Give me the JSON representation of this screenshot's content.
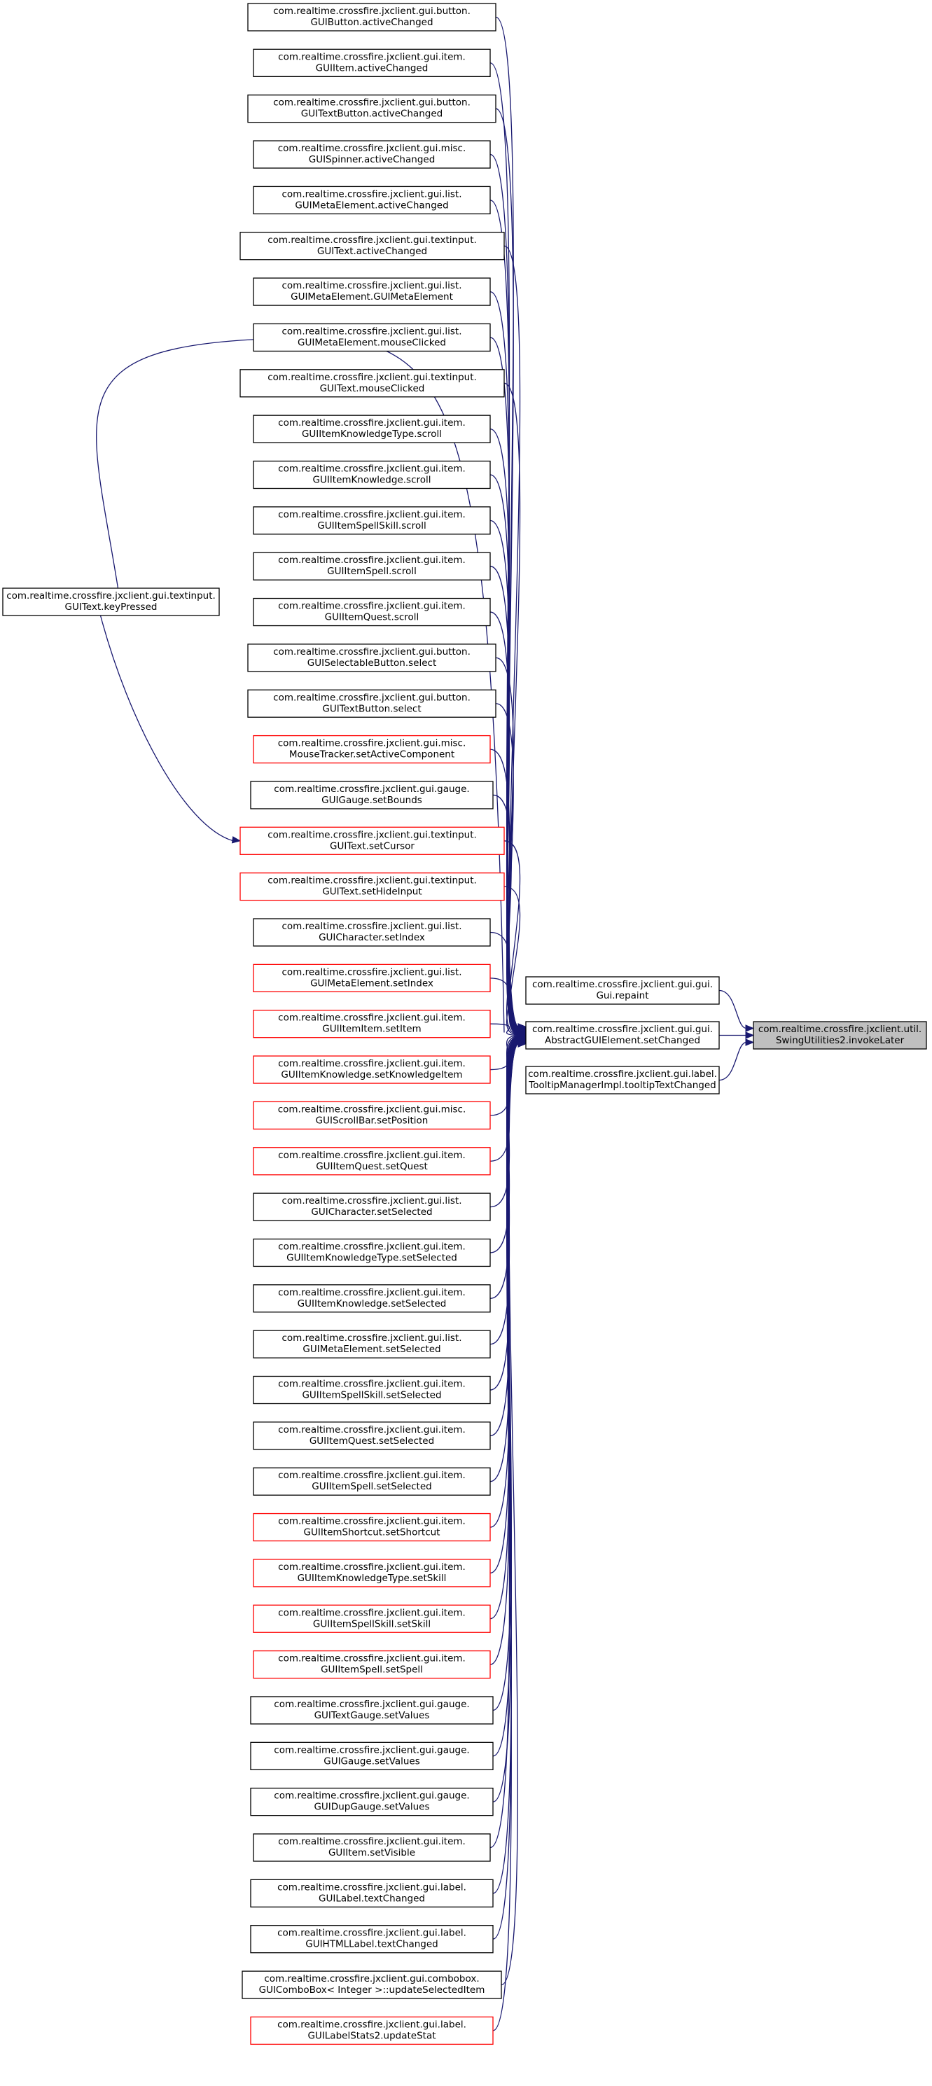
{
  "graph": {
    "target": {
      "id": "invokeLater",
      "lines": [
        "com.realtime.crossfire.jxclient.util.",
        "SwingUtilities2.invokeLater"
      ],
      "highlight": true
    },
    "middle": [
      {
        "id": "repaint",
        "lines": [
          "com.realtime.crossfire.jxclient.gui.gui.",
          "Gui.repaint"
        ],
        "red": false
      },
      {
        "id": "setChanged",
        "lines": [
          "com.realtime.crossfire.jxclient.gui.gui.",
          "AbstractGUIElement.setChanged"
        ],
        "red": false
      },
      {
        "id": "tooltipTextChanged",
        "lines": [
          "com.realtime.crossfire.jxclient.gui.label.",
          "TooltipManagerImpl.tooltipTextChanged"
        ],
        "red": false
      }
    ],
    "keyPressed": {
      "id": "keyPressed",
      "lines": [
        "com.realtime.crossfire.jxclient.gui.textinput.",
        "GUIText.keyPressed"
      ],
      "red": false
    },
    "callers": [
      {
        "lines": [
          "com.realtime.crossfire.jxclient.gui.button.",
          "GUIButton.activeChanged"
        ],
        "red": false
      },
      {
        "lines": [
          "com.realtime.crossfire.jxclient.gui.item.",
          "GUIItem.activeChanged"
        ],
        "red": false
      },
      {
        "lines": [
          "com.realtime.crossfire.jxclient.gui.button.",
          "GUITextButton.activeChanged"
        ],
        "red": false
      },
      {
        "lines": [
          "com.realtime.crossfire.jxclient.gui.misc.",
          "GUISpinner.activeChanged"
        ],
        "red": false
      },
      {
        "lines": [
          "com.realtime.crossfire.jxclient.gui.list.",
          "GUIMetaElement.activeChanged"
        ],
        "red": false
      },
      {
        "lines": [
          "com.realtime.crossfire.jxclient.gui.textinput.",
          "GUIText.activeChanged"
        ],
        "red": false
      },
      {
        "lines": [
          "com.realtime.crossfire.jxclient.gui.list.",
          "GUIMetaElement.GUIMetaElement"
        ],
        "red": false
      },
      {
        "lines": [
          "com.realtime.crossfire.jxclient.gui.list.",
          "GUIMetaElement.mouseClicked"
        ],
        "red": false
      },
      {
        "lines": [
          "com.realtime.crossfire.jxclient.gui.textinput.",
          "GUIText.mouseClicked"
        ],
        "red": false
      },
      {
        "lines": [
          "com.realtime.crossfire.jxclient.gui.item.",
          "GUIItemKnowledgeType.scroll"
        ],
        "red": false
      },
      {
        "lines": [
          "com.realtime.crossfire.jxclient.gui.item.",
          "GUIItemKnowledge.scroll"
        ],
        "red": false
      },
      {
        "lines": [
          "com.realtime.crossfire.jxclient.gui.item.",
          "GUIItemSpellSkill.scroll"
        ],
        "red": false
      },
      {
        "lines": [
          "com.realtime.crossfire.jxclient.gui.item.",
          "GUIItemSpell.scroll"
        ],
        "red": false
      },
      {
        "lines": [
          "com.realtime.crossfire.jxclient.gui.item.",
          "GUIItemQuest.scroll"
        ],
        "red": false
      },
      {
        "lines": [
          "com.realtime.crossfire.jxclient.gui.button.",
          "GUISelectableButton.select"
        ],
        "red": false
      },
      {
        "lines": [
          "com.realtime.crossfire.jxclient.gui.button.",
          "GUITextButton.select"
        ],
        "red": false
      },
      {
        "lines": [
          "com.realtime.crossfire.jxclient.gui.misc.",
          "MouseTracker.setActiveComponent"
        ],
        "red": true
      },
      {
        "lines": [
          "com.realtime.crossfire.jxclient.gui.gauge.",
          "GUIGauge.setBounds"
        ],
        "red": false
      },
      {
        "lines": [
          "com.realtime.crossfire.jxclient.gui.textinput.",
          "GUIText.setCursor"
        ],
        "red": true
      },
      {
        "lines": [
          "com.realtime.crossfire.jxclient.gui.textinput.",
          "GUIText.setHideInput"
        ],
        "red": true
      },
      {
        "lines": [
          "com.realtime.crossfire.jxclient.gui.list.",
          "GUICharacter.setIndex"
        ],
        "red": false
      },
      {
        "lines": [
          "com.realtime.crossfire.jxclient.gui.list.",
          "GUIMetaElement.setIndex"
        ],
        "red": true
      },
      {
        "lines": [
          "com.realtime.crossfire.jxclient.gui.item.",
          "GUIItemItem.setItem"
        ],
        "red": true
      },
      {
        "lines": [
          "com.realtime.crossfire.jxclient.gui.item.",
          "GUIItemKnowledge.setKnowledgeItem"
        ],
        "red": true
      },
      {
        "lines": [
          "com.realtime.crossfire.jxclient.gui.misc.",
          "GUIScrollBar.setPosition"
        ],
        "red": true
      },
      {
        "lines": [
          "com.realtime.crossfire.jxclient.gui.item.",
          "GUIItemQuest.setQuest"
        ],
        "red": true
      },
      {
        "lines": [
          "com.realtime.crossfire.jxclient.gui.list.",
          "GUICharacter.setSelected"
        ],
        "red": false
      },
      {
        "lines": [
          "com.realtime.crossfire.jxclient.gui.item.",
          "GUIItemKnowledgeType.setSelected"
        ],
        "red": false
      },
      {
        "lines": [
          "com.realtime.crossfire.jxclient.gui.item.",
          "GUIItemKnowledge.setSelected"
        ],
        "red": false
      },
      {
        "lines": [
          "com.realtime.crossfire.jxclient.gui.list.",
          "GUIMetaElement.setSelected"
        ],
        "red": false
      },
      {
        "lines": [
          "com.realtime.crossfire.jxclient.gui.item.",
          "GUIItemSpellSkill.setSelected"
        ],
        "red": false
      },
      {
        "lines": [
          "com.realtime.crossfire.jxclient.gui.item.",
          "GUIItemQuest.setSelected"
        ],
        "red": false
      },
      {
        "lines": [
          "com.realtime.crossfire.jxclient.gui.item.",
          "GUIItemSpell.setSelected"
        ],
        "red": false
      },
      {
        "lines": [
          "com.realtime.crossfire.jxclient.gui.item.",
          "GUIItemShortcut.setShortcut"
        ],
        "red": true
      },
      {
        "lines": [
          "com.realtime.crossfire.jxclient.gui.item.",
          "GUIItemKnowledgeType.setSkill"
        ],
        "red": true
      },
      {
        "lines": [
          "com.realtime.crossfire.jxclient.gui.item.",
          "GUIItemSpellSkill.setSkill"
        ],
        "red": true
      },
      {
        "lines": [
          "com.realtime.crossfire.jxclient.gui.item.",
          "GUIItemSpell.setSpell"
        ],
        "red": true
      },
      {
        "lines": [
          "com.realtime.crossfire.jxclient.gui.gauge.",
          "GUITextGauge.setValues"
        ],
        "red": false
      },
      {
        "lines": [
          "com.realtime.crossfire.jxclient.gui.gauge.",
          "GUIGauge.setValues"
        ],
        "red": false
      },
      {
        "lines": [
          "com.realtime.crossfire.jxclient.gui.gauge.",
          "GUIDupGauge.setValues"
        ],
        "red": false
      },
      {
        "lines": [
          "com.realtime.crossfire.jxclient.gui.item.",
          "GUIItem.setVisible"
        ],
        "red": false
      },
      {
        "lines": [
          "com.realtime.crossfire.jxclient.gui.label.",
          "GUILabel.textChanged"
        ],
        "red": false
      },
      {
        "lines": [
          "com.realtime.crossfire.jxclient.gui.label.",
          "GUIHTMLLabel.textChanged"
        ],
        "red": false
      },
      {
        "lines": [
          "com.realtime.crossfire.jxclient.gui.combobox.",
          "GUIComboBox< Integer >::updateSelectedItem"
        ],
        "red": false
      },
      {
        "lines": [
          "com.realtime.crossfire.jxclient.gui.label.",
          "GUILabelStats2.updateStat"
        ],
        "red": true
      }
    ],
    "colors": {
      "edge": "#191970",
      "node_border": "#000000",
      "node_border_red": "#ff0000",
      "target_fill": "#bfbfbf",
      "background": "#ffffff"
    }
  }
}
